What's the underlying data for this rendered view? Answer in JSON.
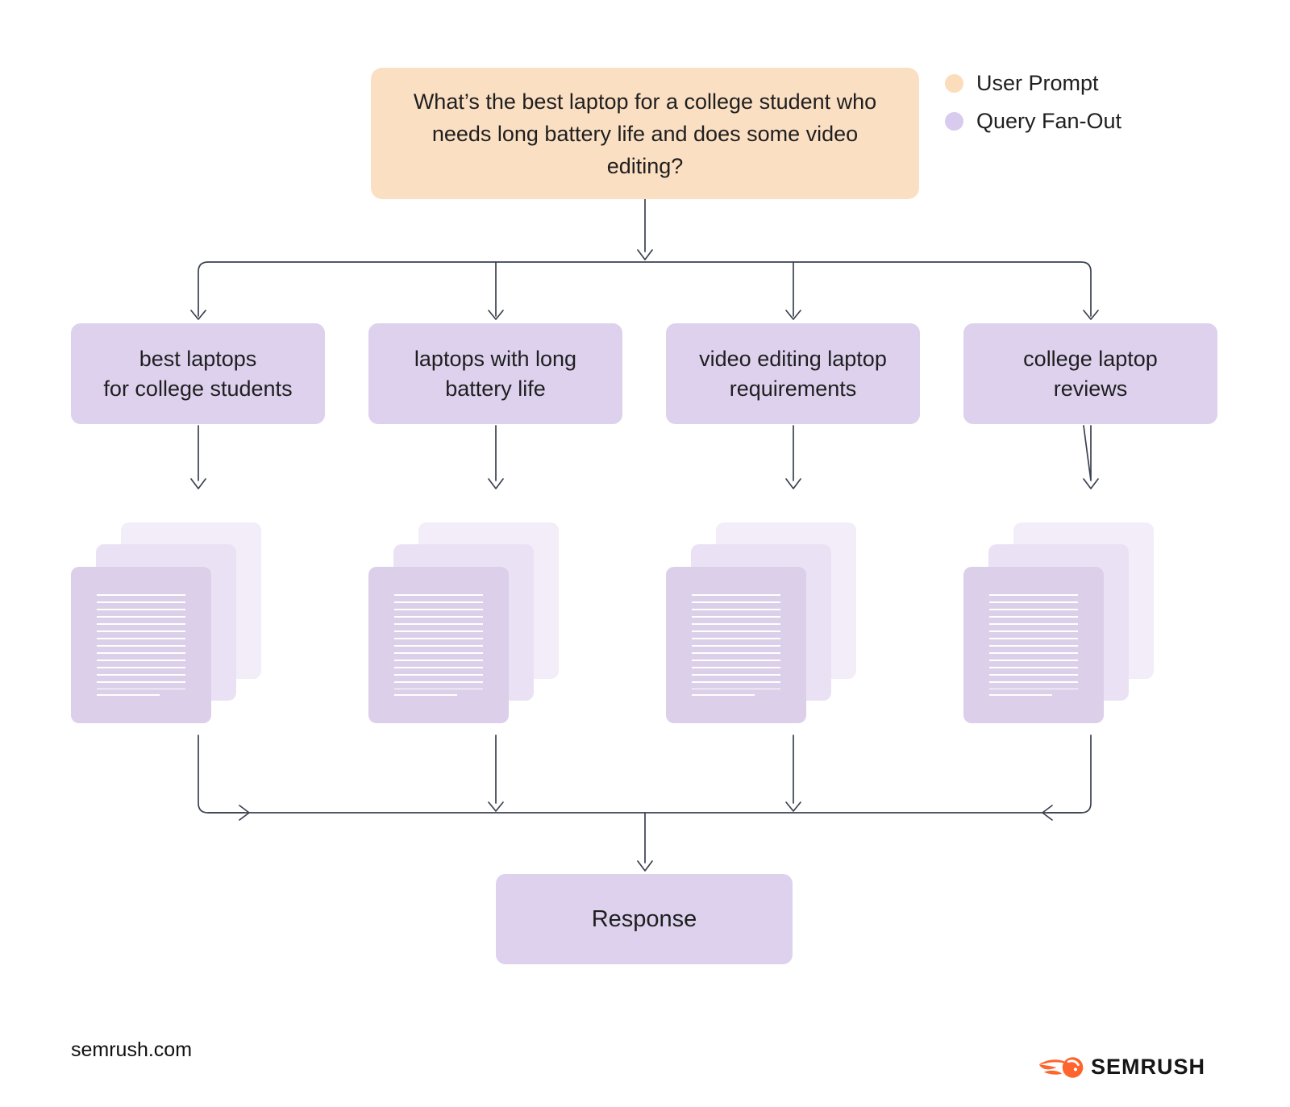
{
  "diagram": {
    "prompt": {
      "text": "What’s the best laptop for a college student who needs long battery life and does some video editing?"
    },
    "legend": [
      {
        "label": "User Prompt",
        "color": "#FBDCBB"
      },
      {
        "label": "Query Fan-Out",
        "color": "#D9CBEE"
      }
    ],
    "queries": [
      {
        "label": "best laptops\nfor college students"
      },
      {
        "label": "laptops with long\nbattery life"
      },
      {
        "label": "video editing laptop\nrequirements"
      },
      {
        "label": "college laptop\nreviews"
      }
    ],
    "response": {
      "label": "Response"
    }
  },
  "footer": {
    "site": "semrush.com",
    "brand": "SEMRUSH"
  },
  "colors": {
    "prompt_bg": "#FBDFC3",
    "query_bg": "#DDD1EE",
    "response_bg": "#DDD1EE",
    "doc_front": "#DCCFE9",
    "doc_mid": "#EAE2F4",
    "doc_back": "#F2EDF9",
    "connector": "#3A4150",
    "brand_orange": "#FF642D"
  }
}
